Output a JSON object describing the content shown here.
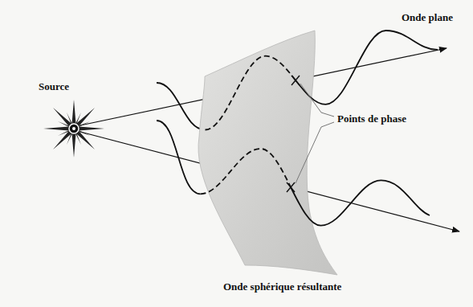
{
  "diagram": {
    "labels": [
      "Source",
      "Onde plane",
      "Points de phase",
      "Onde sphérique résultante"
    ]
  }
}
